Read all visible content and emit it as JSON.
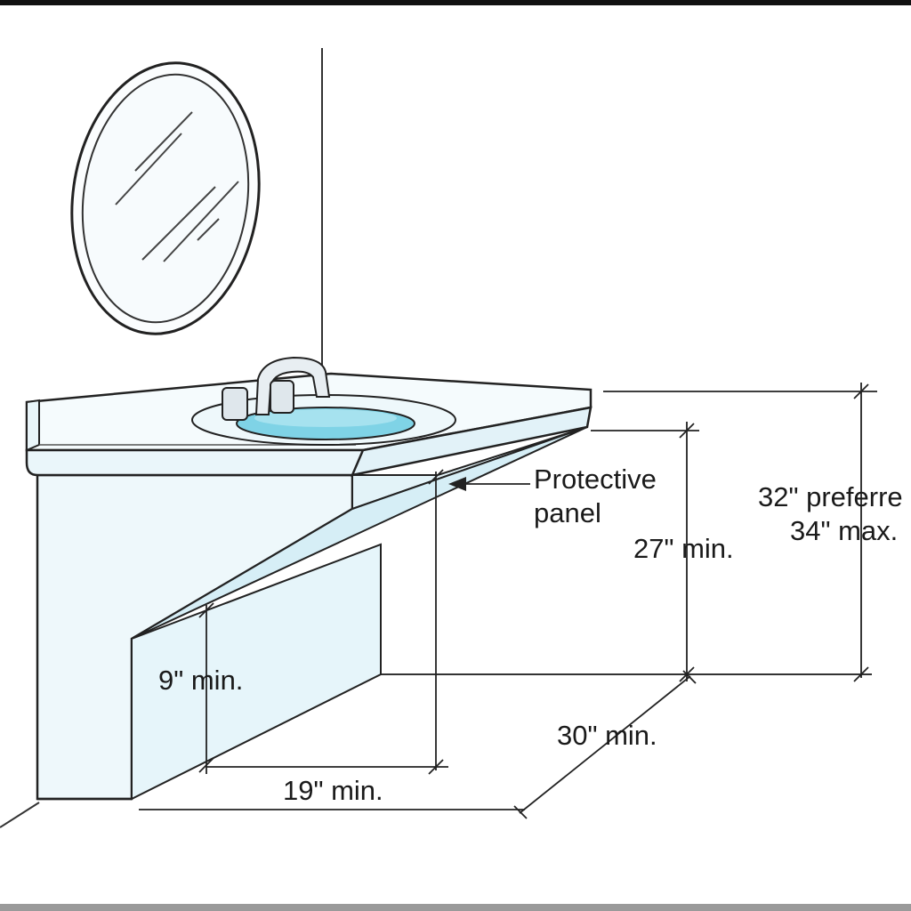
{
  "labels": {
    "protective_panel_line1": "Protective",
    "protective_panel_line2": "panel",
    "knee_height": "27\" min.",
    "counter_height_preferred": "32\" preferre",
    "counter_height_max": "34\" max.",
    "toe_height": "9\" min.",
    "knee_depth": "30\" min.",
    "toe_depth": "19\" min."
  },
  "colors": {
    "outline": "#2a2a2a",
    "fixture_fill": "#f3fafd",
    "shade_fill": "#d6eef6",
    "basin_water": "#7fd3e6",
    "mirror_glass": "#f7fbfd"
  }
}
